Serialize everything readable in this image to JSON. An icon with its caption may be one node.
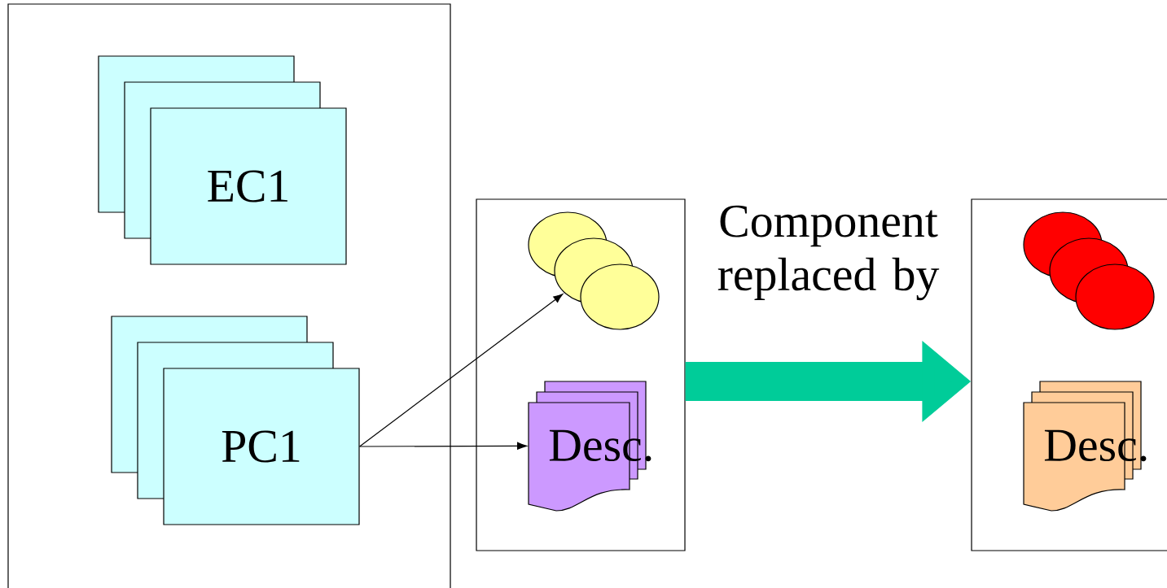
{
  "diagram": {
    "nodes": [
      {
        "text": [],
        "shape": "box"
      },
      {
        "text": [],
        "shape": "box",
        "in": 0
      },
      {
        "text": [],
        "shape": "box",
        "in": 0
      },
      {
        "text": [
          "EC1"
        ],
        "in": 0
      },
      {
        "text": [],
        "shape": "box",
        "in": 0
      },
      {
        "text": [],
        "shape": "box",
        "in": 0
      },
      {
        "text": [
          "PC1"
        ],
        "in": 0
      },
      {
        "text": [],
        "shape": "box"
      },
      {
        "text": [],
        "shape": "ellipse",
        "in": 7
      },
      {
        "text": [],
        "shape": "ellipse",
        "in": 7
      },
      {
        "text": [],
        "shape": "ellipse",
        "in": 7
      },
      {
        "text": [
          "Desc."
        ],
        "in": 7
      },
      {
        "text": [],
        "shape": "box"
      },
      {
        "text": [],
        "shape": "ellipse",
        "in": 12
      },
      {
        "text": [],
        "shape": "ellipse",
        "in": 12
      },
      {
        "text": [],
        "shape": "ellipse",
        "in": 12
      },
      {
        "text": [
          "Desc."
        ],
        "in": 12
      }
    ],
    "edges": [
      {
        "from": 6,
        "to": 9,
        "arrow": "to"
      },
      {
        "from": 6,
        "to": 11,
        "arrow": "to"
      },
      {
        "from": 7,
        "to": 12,
        "arrow": "to",
        "label": "Component replaced by",
        "style": "thick",
        "color": "#00cc99"
      }
    ]
  }
}
